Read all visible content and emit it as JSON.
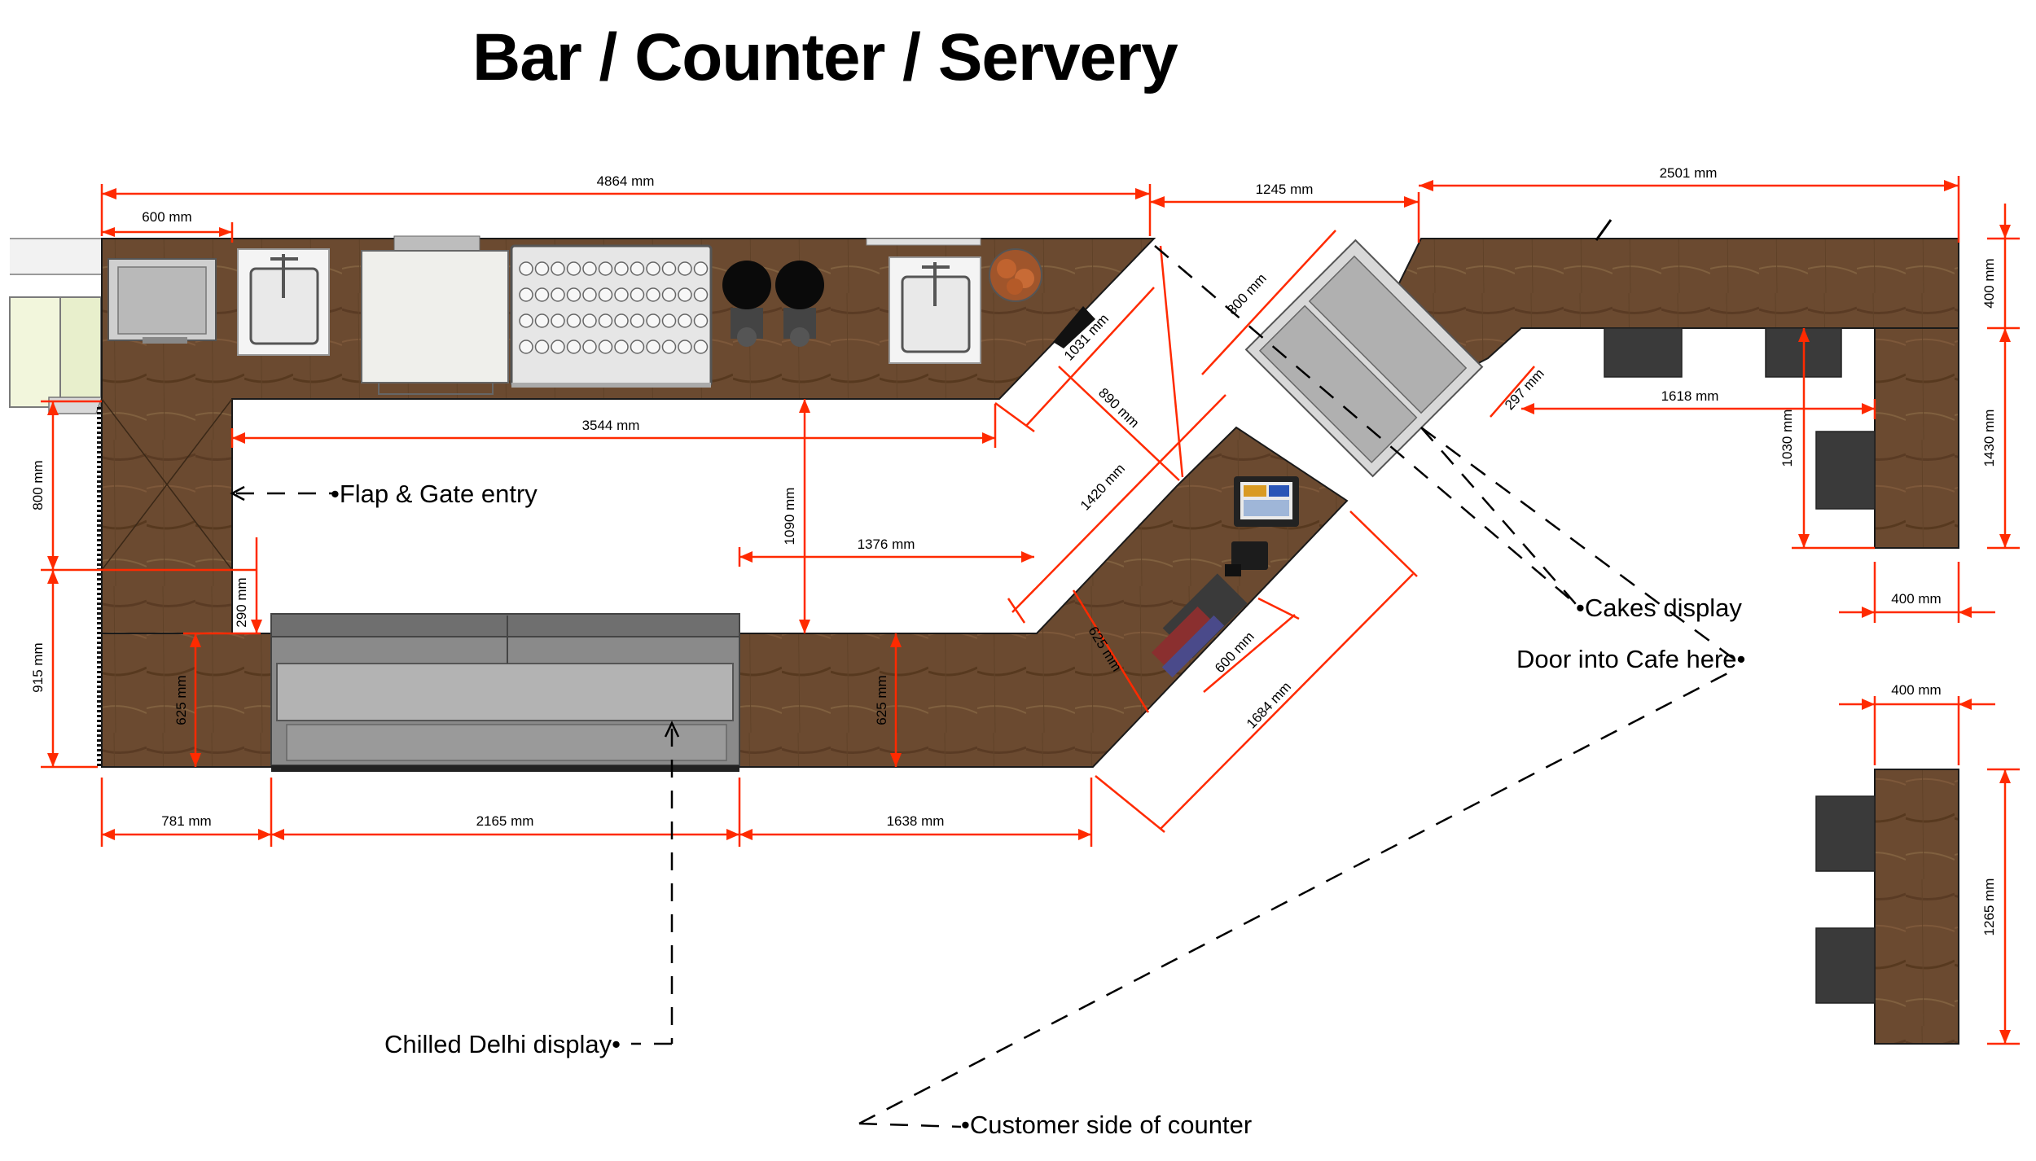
{
  "title": "Bar / Counter / Servery",
  "colors": {
    "dimension": "#ff2a00",
    "counter_wood": "#6b4a30",
    "label_ink": "#000000",
    "stool": "#3a3a3a"
  },
  "dimensions": {
    "d4864": "4864 mm",
    "d600top": "600 mm",
    "d1245": "1245 mm",
    "d2501": "2501 mm",
    "d400a": "400 mm",
    "d1430": "1430 mm",
    "d1031": "1031 mm",
    "d800diag": "800 mm",
    "d890": "890 mm",
    "d297": "297 mm",
    "d1618": "1618 mm",
    "d3544": "3544 mm",
    "d1030": "1030 mm",
    "d800": "800 mm",
    "d1090": "1090 mm",
    "d1420": "1420 mm",
    "d1376": "1376 mm",
    "d290": "290 mm",
    "d915": "915 mm",
    "d625a": "625 mm",
    "d625b": "625 mm",
    "d625c": "625 mm",
    "d600b": "600 mm",
    "d1684": "1684 mm",
    "d400b": "400 mm",
    "d400c": "400 mm",
    "d781": "781 mm",
    "d2165": "2165 mm",
    "d1638": "1638 mm",
    "d1265": "1265 mm"
  },
  "labels": {
    "flap_gate": "•Flap & Gate entry",
    "cakes": "•Cakes display",
    "door": "Door into Cafe here•",
    "chilled": "Chilled Delhi display•",
    "customer": "•Customer side of counter"
  }
}
